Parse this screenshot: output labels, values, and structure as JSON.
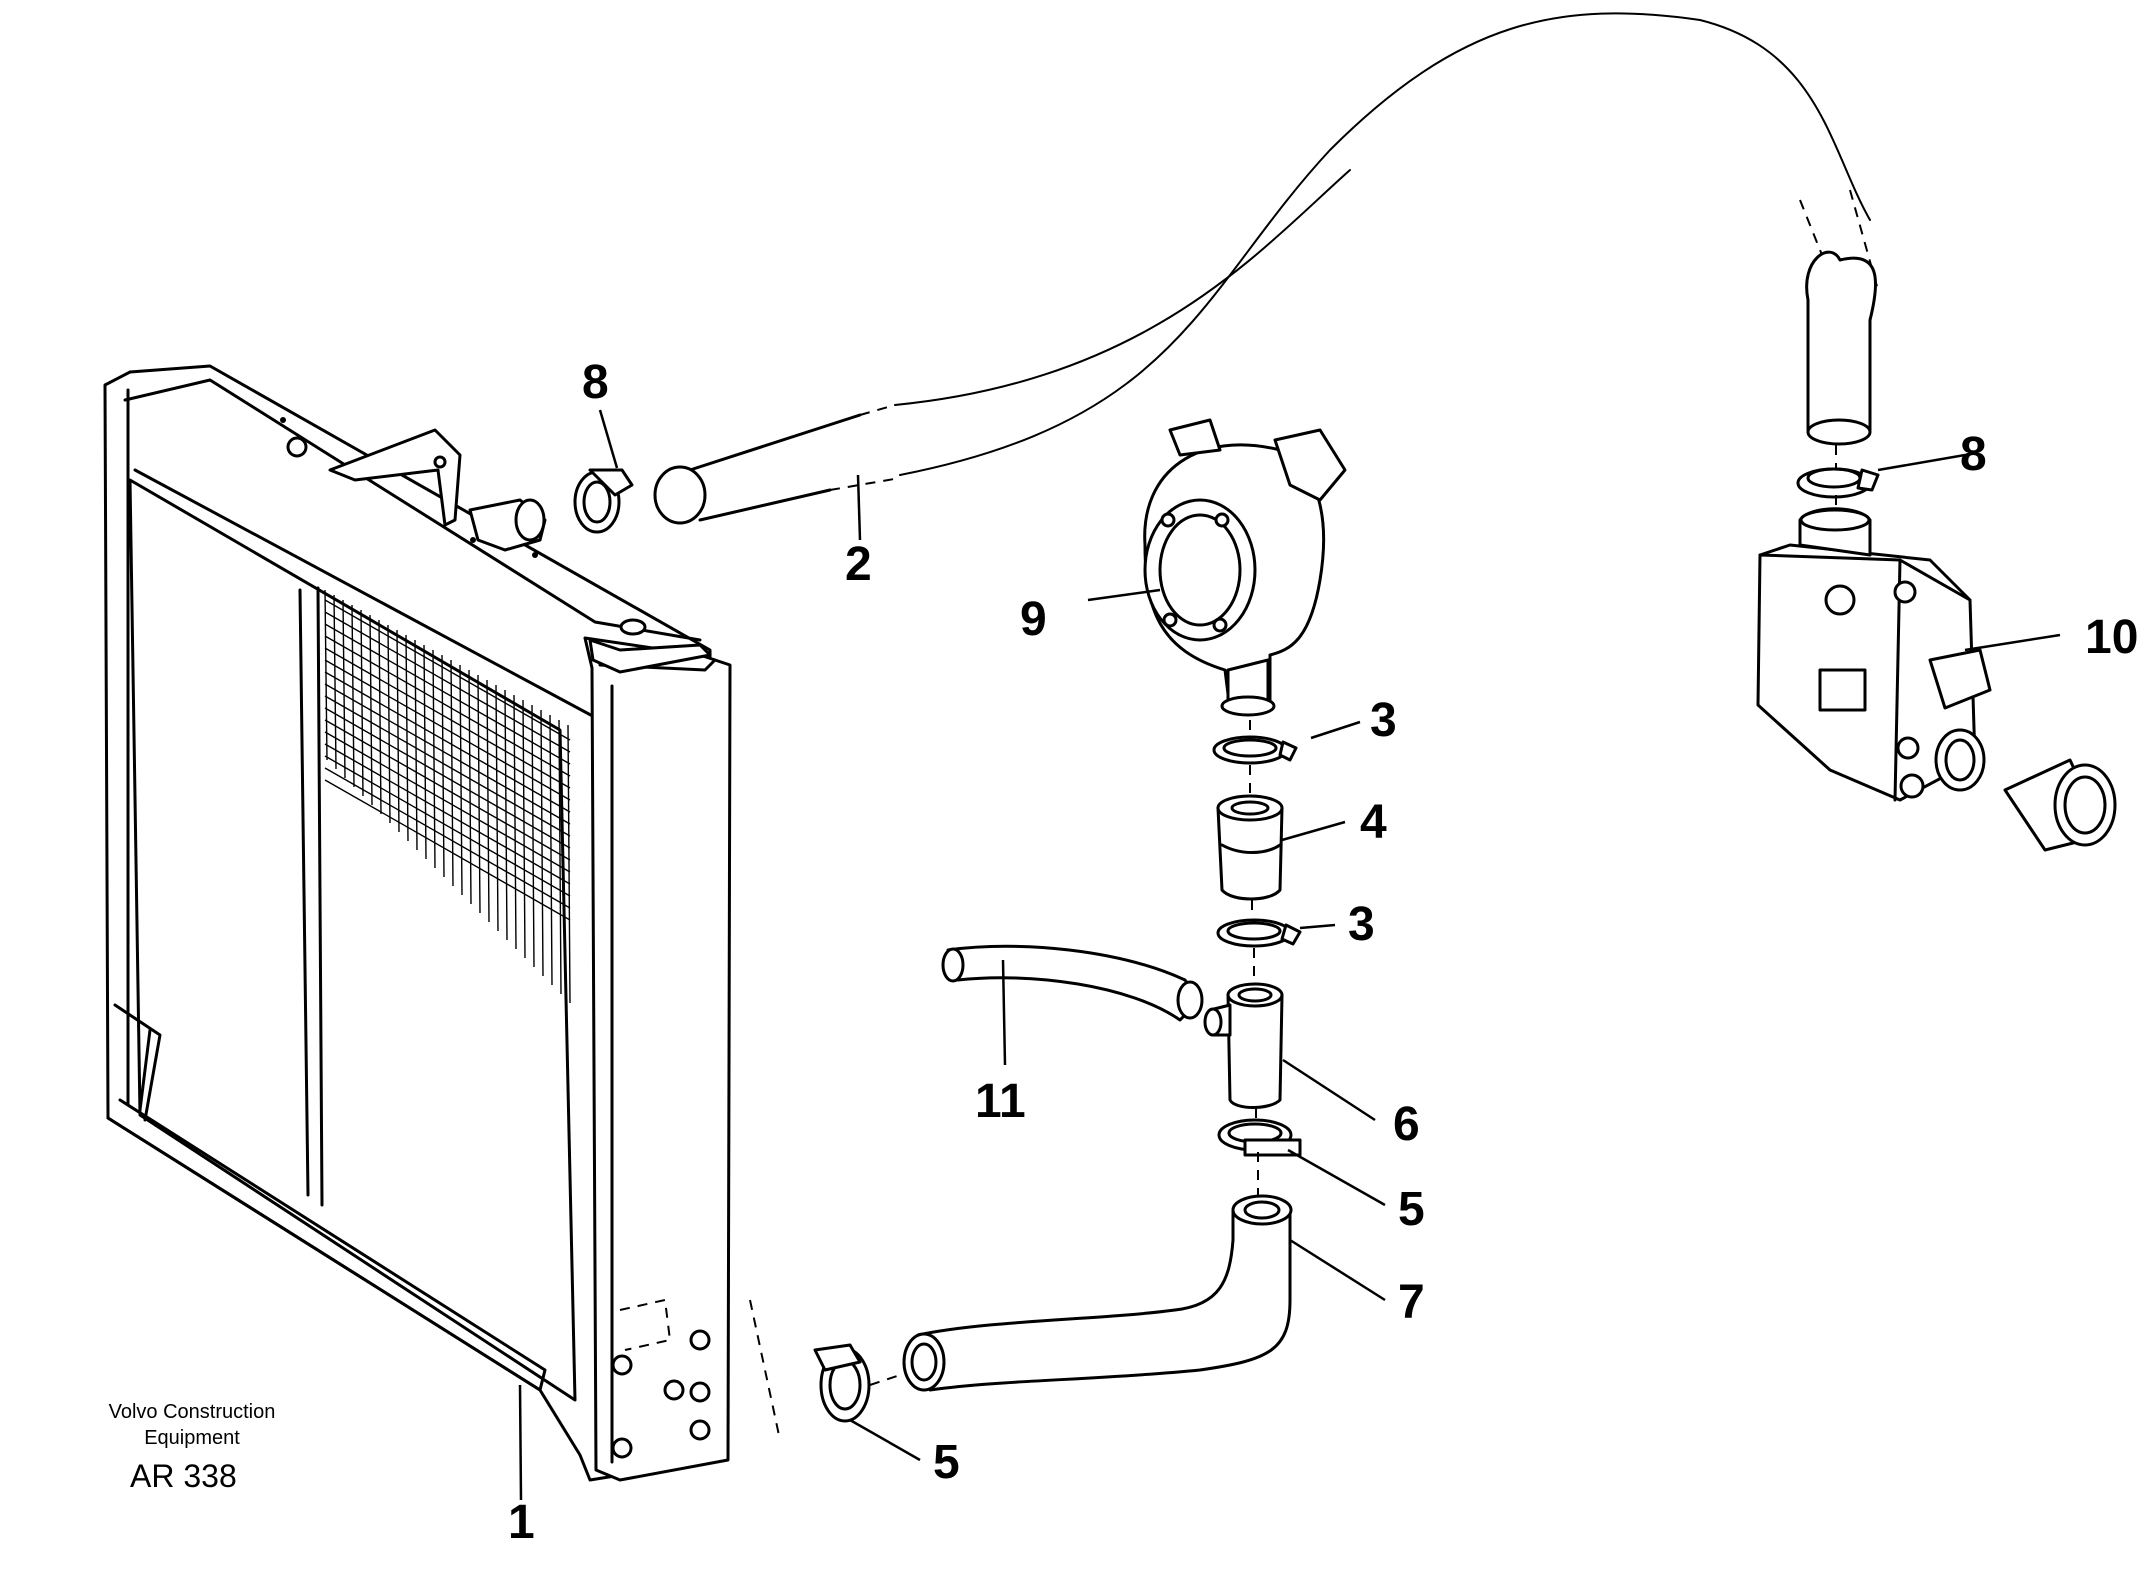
{
  "callouts": {
    "radiator": "1",
    "upper_hose": "2",
    "clamp_upper": "3",
    "connector_sleeve": "4",
    "clamp_lower": "3",
    "hose_clip_mid": "5",
    "tee_connector": "6",
    "lower_hose": "7",
    "hose_clip_bottom": "5",
    "clamp_left": "8",
    "clamp_right": "8",
    "expansion_tank": "9",
    "thermostat_housing": "10",
    "bleed_hose": "11"
  },
  "credit": {
    "line1": "Volvo Construction",
    "line2": "Equipment",
    "code": "AR 338"
  }
}
